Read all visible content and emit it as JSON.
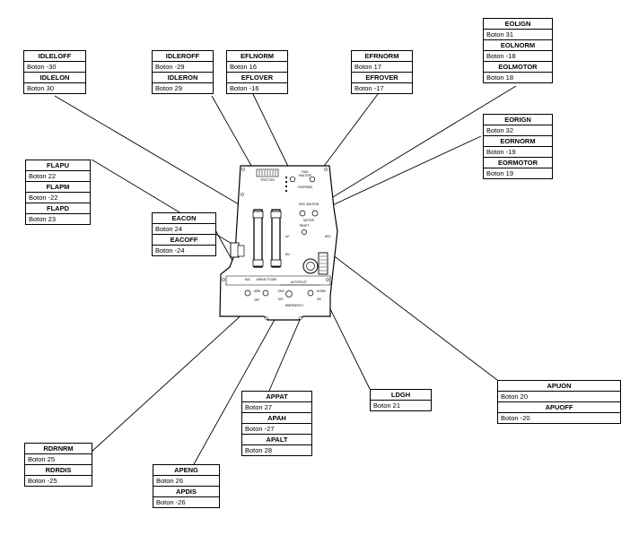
{
  "boxes": [
    {
      "rows": [
        {
          "kind": "h",
          "text": "IDLELOFF"
        },
        {
          "kind": "v",
          "text": "Boton -30"
        },
        {
          "kind": "h",
          "text": "IDLELON"
        },
        {
          "kind": "v",
          "text": "Boton 30"
        }
      ]
    },
    {
      "rows": [
        {
          "kind": "h",
          "text": "IDLEROFF"
        },
        {
          "kind": "v",
          "text": "Boton -29"
        },
        {
          "kind": "h",
          "text": "IDLERON"
        },
        {
          "kind": "v",
          "text": "Boton 29"
        }
      ]
    },
    {
      "rows": [
        {
          "kind": "h",
          "text": "EFLNORM"
        },
        {
          "kind": "v",
          "text": "Boton 16"
        },
        {
          "kind": "h",
          "text": "EFLOVER"
        },
        {
          "kind": "v",
          "text": "Boton -16"
        }
      ]
    },
    {
      "rows": [
        {
          "kind": "h",
          "text": "EFRNORM"
        },
        {
          "kind": "v",
          "text": "Boton 17"
        },
        {
          "kind": "h",
          "text": "EFROVER"
        },
        {
          "kind": "v",
          "text": "Boton -17"
        }
      ]
    },
    {
      "rows": [
        {
          "kind": "h",
          "text": "EOLIGN"
        },
        {
          "kind": "v",
          "text": "Boton 31"
        },
        {
          "kind": "h",
          "text": "EOLNORM"
        },
        {
          "kind": "v",
          "text": "Boton -18"
        },
        {
          "kind": "h",
          "text": "EOLMOTOR"
        },
        {
          "kind": "v",
          "text": "Boton 18"
        }
      ]
    },
    {
      "rows": [
        {
          "kind": "h",
          "text": "EORIGN"
        },
        {
          "kind": "v",
          "text": "Boton 32"
        },
        {
          "kind": "h",
          "text": "EORNORM"
        },
        {
          "kind": "v",
          "text": "Boton -19"
        },
        {
          "kind": "h",
          "text": "EORMOTOR"
        },
        {
          "kind": "v",
          "text": "Boton 19"
        }
      ]
    },
    {
      "rows": [
        {
          "kind": "h",
          "text": "FLAPU"
        },
        {
          "kind": "v",
          "text": "Boton 22"
        },
        {
          "kind": "h",
          "text": "FLAPM"
        },
        {
          "kind": "v",
          "text": "Boton -22"
        },
        {
          "kind": "h",
          "text": "FLAPD"
        },
        {
          "kind": "v",
          "text": "Boton 23"
        }
      ]
    },
    {
      "rows": [
        {
          "kind": "h",
          "text": "EACON"
        },
        {
          "kind": "v",
          "text": "Boton 24"
        },
        {
          "kind": "h",
          "text": "EACOFF"
        },
        {
          "kind": "v",
          "text": "Boton -24"
        }
      ]
    },
    {
      "rows": [
        {
          "kind": "h",
          "text": "LDGH"
        },
        {
          "kind": "v",
          "text": "Boton 21"
        }
      ]
    },
    {
      "rows": [
        {
          "kind": "h",
          "text": "APUON"
        },
        {
          "kind": "v",
          "text": "Boton 20"
        },
        {
          "kind": "h",
          "text": "APUOFF"
        },
        {
          "kind": "v",
          "text": "Boton -20"
        }
      ]
    },
    {
      "rows": [
        {
          "kind": "h",
          "text": "APPAT"
        },
        {
          "kind": "v",
          "text": "Boton 27"
        },
        {
          "kind": "h",
          "text": "APAH"
        },
        {
          "kind": "v",
          "text": "Boton -27"
        },
        {
          "kind": "h",
          "text": "APALT"
        },
        {
          "kind": "v",
          "text": "Boton 28"
        }
      ]
    },
    {
      "rows": [
        {
          "kind": "h",
          "text": "RDRNRM"
        },
        {
          "kind": "v",
          "text": "Boton 25"
        },
        {
          "kind": "h",
          "text": "RDRDIS"
        },
        {
          "kind": "v",
          "text": "Boton -25"
        }
      ]
    },
    {
      "rows": [
        {
          "kind": "h",
          "text": "APENG"
        },
        {
          "kind": "v",
          "text": "Boton 26"
        },
        {
          "kind": "h",
          "text": "APDIS"
        },
        {
          "kind": "v",
          "text": "Boton -26"
        }
      ]
    }
  ],
  "panel_labels": {
    "friction": "FRICTION",
    "fuel": "FUEL",
    "shutoff": "SHUTOFF",
    "override": "OVERRIDE",
    "eng_ignition": "ENG IGNITION",
    "motor": "MOTOR",
    "eac": "EAC",
    "arm_alt": "ARM ALTITUDE",
    "autopilot": "AUTOPILOT",
    "apu": "APU",
    "arm": "ARM",
    "off": "OFF",
    "on": "ON",
    "eng": "ENG",
    "dis": "DIS",
    "norm": "NORM",
    "up": "UP",
    "dn": "DN",
    "reset": "RESET",
    "emergency": "EMERGENCY"
  }
}
